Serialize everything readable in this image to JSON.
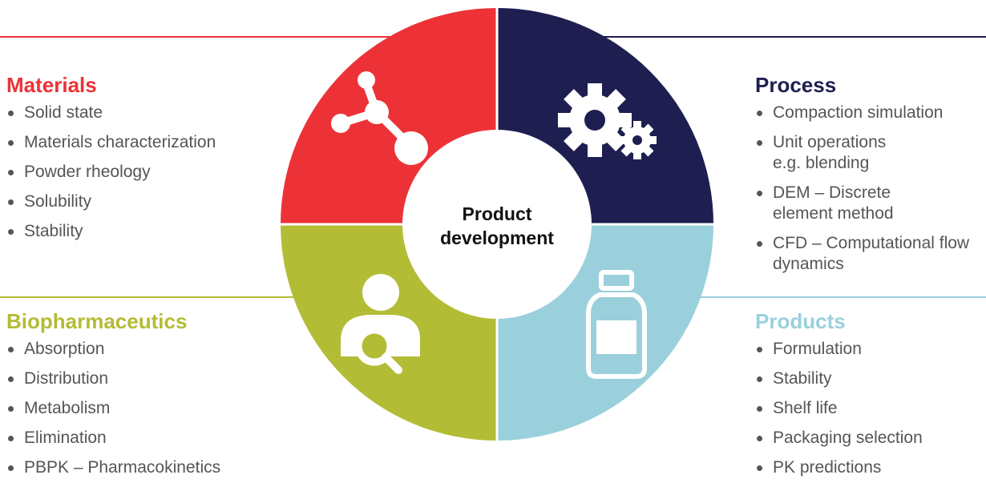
{
  "colors": {
    "materials": "#ec3237",
    "process": "#1e1f50",
    "biopharm": "#b3bc35",
    "products": "#9ad0dc"
  },
  "center": {
    "line1": "Product",
    "line2": "development"
  },
  "materials": {
    "title": "Materials",
    "icon": "molecule-icon",
    "items": [
      "Solid state",
      "Materials characterization",
      "Powder rheology",
      "Solubility",
      "Stability"
    ]
  },
  "process": {
    "title": "Process",
    "icon": "gears-icon",
    "items": [
      "Compaction simulation",
      "Unit operations e.g. blending",
      "DEM – Discrete element method",
      "CFD – Computational flow dynamics"
    ]
  },
  "biopharm": {
    "title": "Biopharmaceutics",
    "icon": "person-search-icon",
    "items": [
      "Absorption",
      "Distribution",
      "Metabolism",
      "Elimination",
      "PBPK – Pharmacokinetics"
    ]
  },
  "products": {
    "title": "Products",
    "icon": "bottle-icon",
    "items": [
      "Formulation",
      "Stability",
      "Shelf life",
      "Packaging selection",
      "PK predictions"
    ]
  }
}
